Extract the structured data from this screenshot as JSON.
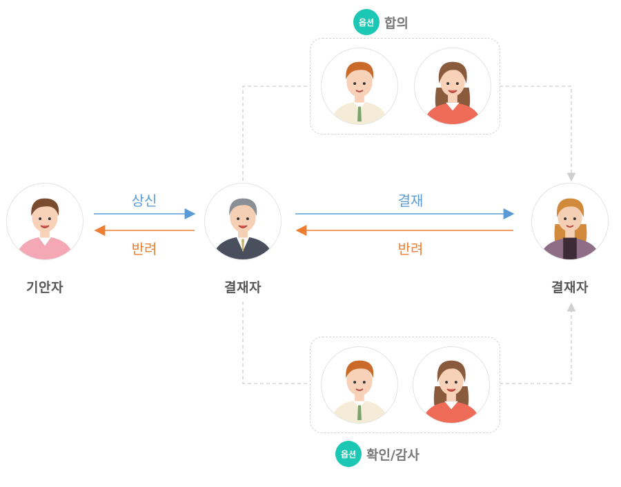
{
  "nodes": {
    "drafter": {
      "label": "기안자"
    },
    "approver1": {
      "label": "결재자"
    },
    "approver2": {
      "label": "결재자"
    }
  },
  "arrows": {
    "submit_label": "상신",
    "return1_label": "반려",
    "approve_label": "결재",
    "return2_label": "반려"
  },
  "groups": {
    "agreement": {
      "badge": "옵션",
      "title": "합의"
    },
    "confirm_audit": {
      "badge": "옵션",
      "title": "확인/감사"
    }
  },
  "colors": {
    "forward_arrow": "#5b9bd5",
    "return_arrow": "#ed7d31",
    "badge": "#1cc7b4",
    "dashed_line": "#cccccc"
  }
}
